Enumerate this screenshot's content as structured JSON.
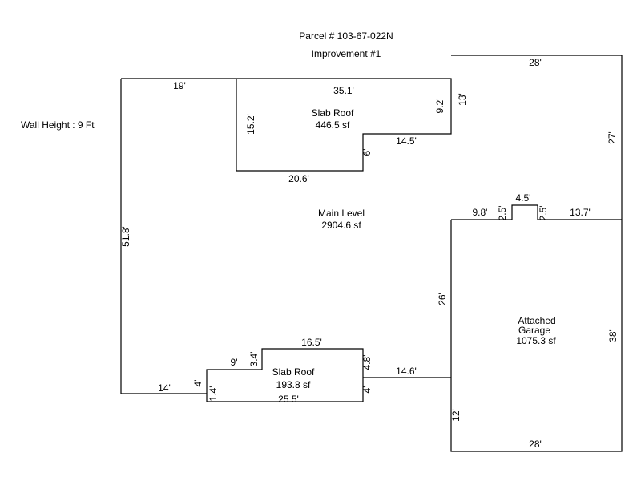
{
  "header": {
    "parcel": "Parcel # 103-67-022N",
    "improvement": "Improvement #1"
  },
  "wall_height": "Wall Height : 9 Ft",
  "areas": {
    "slab_roof_top": {
      "name": "Slab Roof",
      "area": "446.5 sf"
    },
    "main_level": {
      "name": "Main Level",
      "area": "2904.6 sf"
    },
    "garage": {
      "name_line1": "Attached",
      "name_line2": "Garage",
      "area": "1075.3 sf"
    },
    "slab_roof_bottom": {
      "name": "Slab Roof",
      "area": "193.8 sf"
    }
  },
  "dimensions": {
    "main_top_left": "19'",
    "main_left": "51.8'",
    "main_bottom_left": "14'",
    "slab_top_width": "35.1'",
    "slab_top_left": "15.2'",
    "slab_top_bottom": "20.6'",
    "slab_top_step_v": "6'",
    "slab_top_step_h": "14.5'",
    "slab_top_right": "9.2'",
    "ne_top": "28'",
    "ne_left": "13'",
    "ne_right": "27'",
    "garage_top_left": "9.8'",
    "bump_left": "2.5'",
    "bump_top": "4.5'",
    "bump_right": "2.5'",
    "garage_top_right": "13.7'",
    "garage_left_upper": "26'",
    "garage_right": "38'",
    "garage_left_lower": "12'",
    "garage_bottom": "28'",
    "slab_bot_top": "16.5'",
    "slab_bot_right_upper": "4.8'",
    "slab_bot_right_lower": "4'",
    "slab_bot_bottom": "25.5'",
    "slab_bot_step_h": "9'",
    "slab_bot_step_v": "3.4'",
    "slab_bot_left_upper": "4'",
    "slab_bot_left_lower": "1.4'",
    "main_join": "14.6'"
  }
}
